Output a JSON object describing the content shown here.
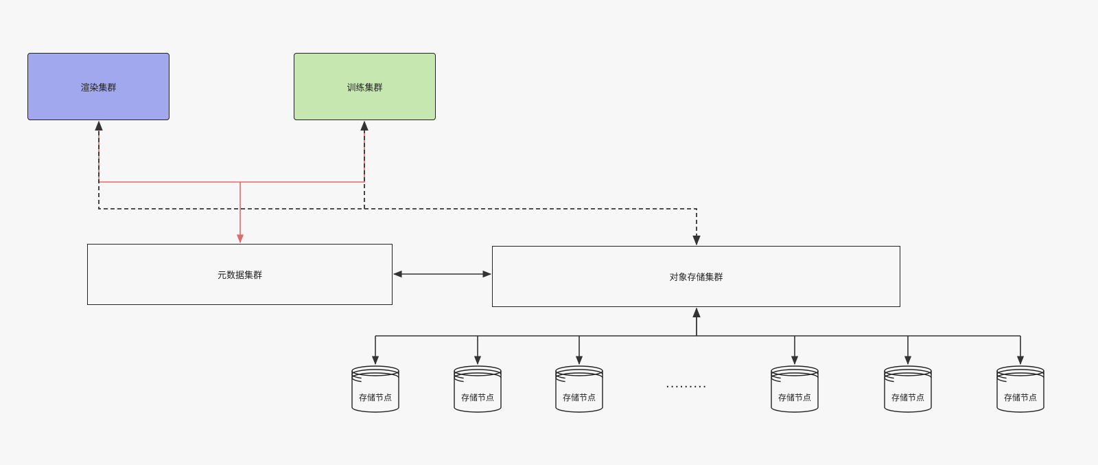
{
  "colors": {
    "render_fill": "#a1a8ee",
    "train_fill": "#c6e7b0",
    "red_line": "#e06b6b",
    "dark_line": "#333333"
  },
  "clusters": {
    "render": "渲染集群",
    "train": "训练集群",
    "metadata": "元数据集群",
    "object_storage": "对象存储集群"
  },
  "storage_nodes": [
    "存储节点",
    "存储节点",
    "存储节点",
    "存储节点",
    "存储节点",
    "存储节点"
  ],
  "ellipsis": "·········"
}
